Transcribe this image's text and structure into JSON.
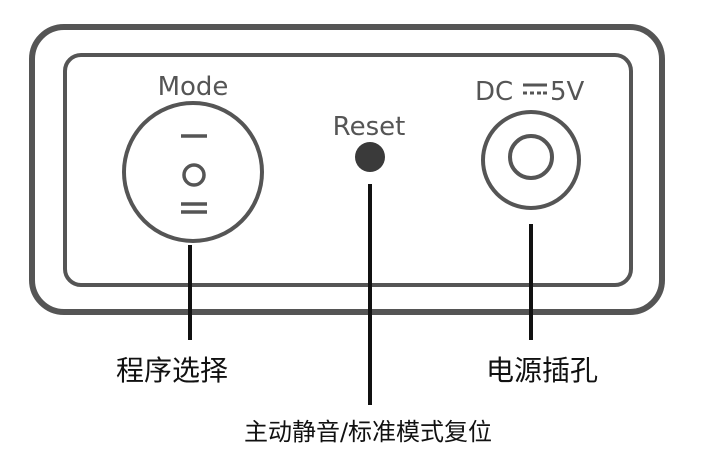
{
  "device": {
    "mode_label": "Mode",
    "reset_label": "Reset",
    "dc_label_prefix": "DC",
    "dc_label_suffix": "5V"
  },
  "callouts": {
    "program_select": "程序选择",
    "power_jack": "电源插孔",
    "reset_function": "主动静音/标准模式复位"
  },
  "colors": {
    "outline": "#555555",
    "reset_dot": "#3a3a3a",
    "leader": "#111111"
  }
}
